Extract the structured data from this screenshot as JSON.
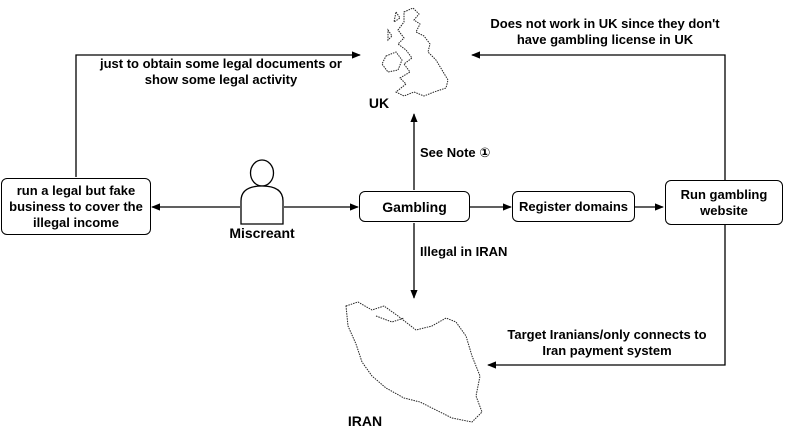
{
  "nodes": {
    "legal_business": "run a legal but fake business to cover the illegal income",
    "gambling": "Gambling",
    "register_domains": "Register domains",
    "run_website": "Run gambling website",
    "miscreant": "Miscreant"
  },
  "places": {
    "uk": "UK",
    "iran": "IRAN"
  },
  "edge_labels": {
    "legal_documents": "just to obtain some legal documents or show some legal activity",
    "see_note": "See Note ①",
    "illegal_iran": "Illegal in IRAN",
    "no_license_uk": "Does not work in UK since they don't have gambling license in UK",
    "target_iranians": "Target Iranians/only connects to Iran payment system"
  },
  "icons": {
    "person": "person-icon",
    "uk_map": "uk-map-icon",
    "iran_map": "iran-map-icon"
  },
  "colors": {
    "stroke": "#000000",
    "background": "#ffffff"
  }
}
